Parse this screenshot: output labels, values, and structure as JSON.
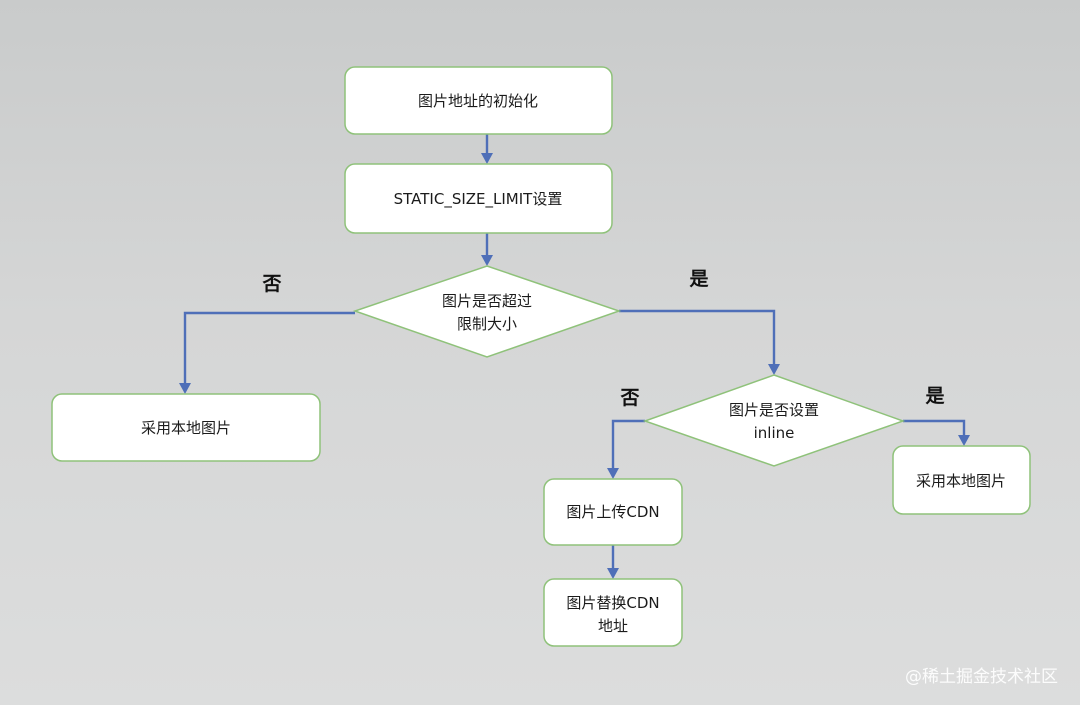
{
  "diagram": {
    "nodes": {
      "init": {
        "label": "图片地址的初始化"
      },
      "limit_setting": {
        "label": "STATIC_SIZE_LIMIT设置"
      },
      "size_check": {
        "line1": "图片是否超过",
        "line2": "限制大小"
      },
      "local_left": {
        "label": "采用本地图片"
      },
      "inline_check": {
        "line1": "图片是否设置",
        "line2": "inline"
      },
      "upload_cdn": {
        "label": "图片上传CDN"
      },
      "replace_cdn": {
        "line1": "图片替换CDN",
        "line2": "地址"
      },
      "local_right": {
        "label": "采用本地图片"
      }
    },
    "edge_labels": {
      "size_no": "否",
      "size_yes": "是",
      "inline_no": "否",
      "inline_yes": "是"
    },
    "colors": {
      "edge": "#4f6fb8",
      "node_border": "#8fc27a",
      "node_fill": "#ffffff"
    }
  },
  "watermark": "@稀土掘金技术社区"
}
